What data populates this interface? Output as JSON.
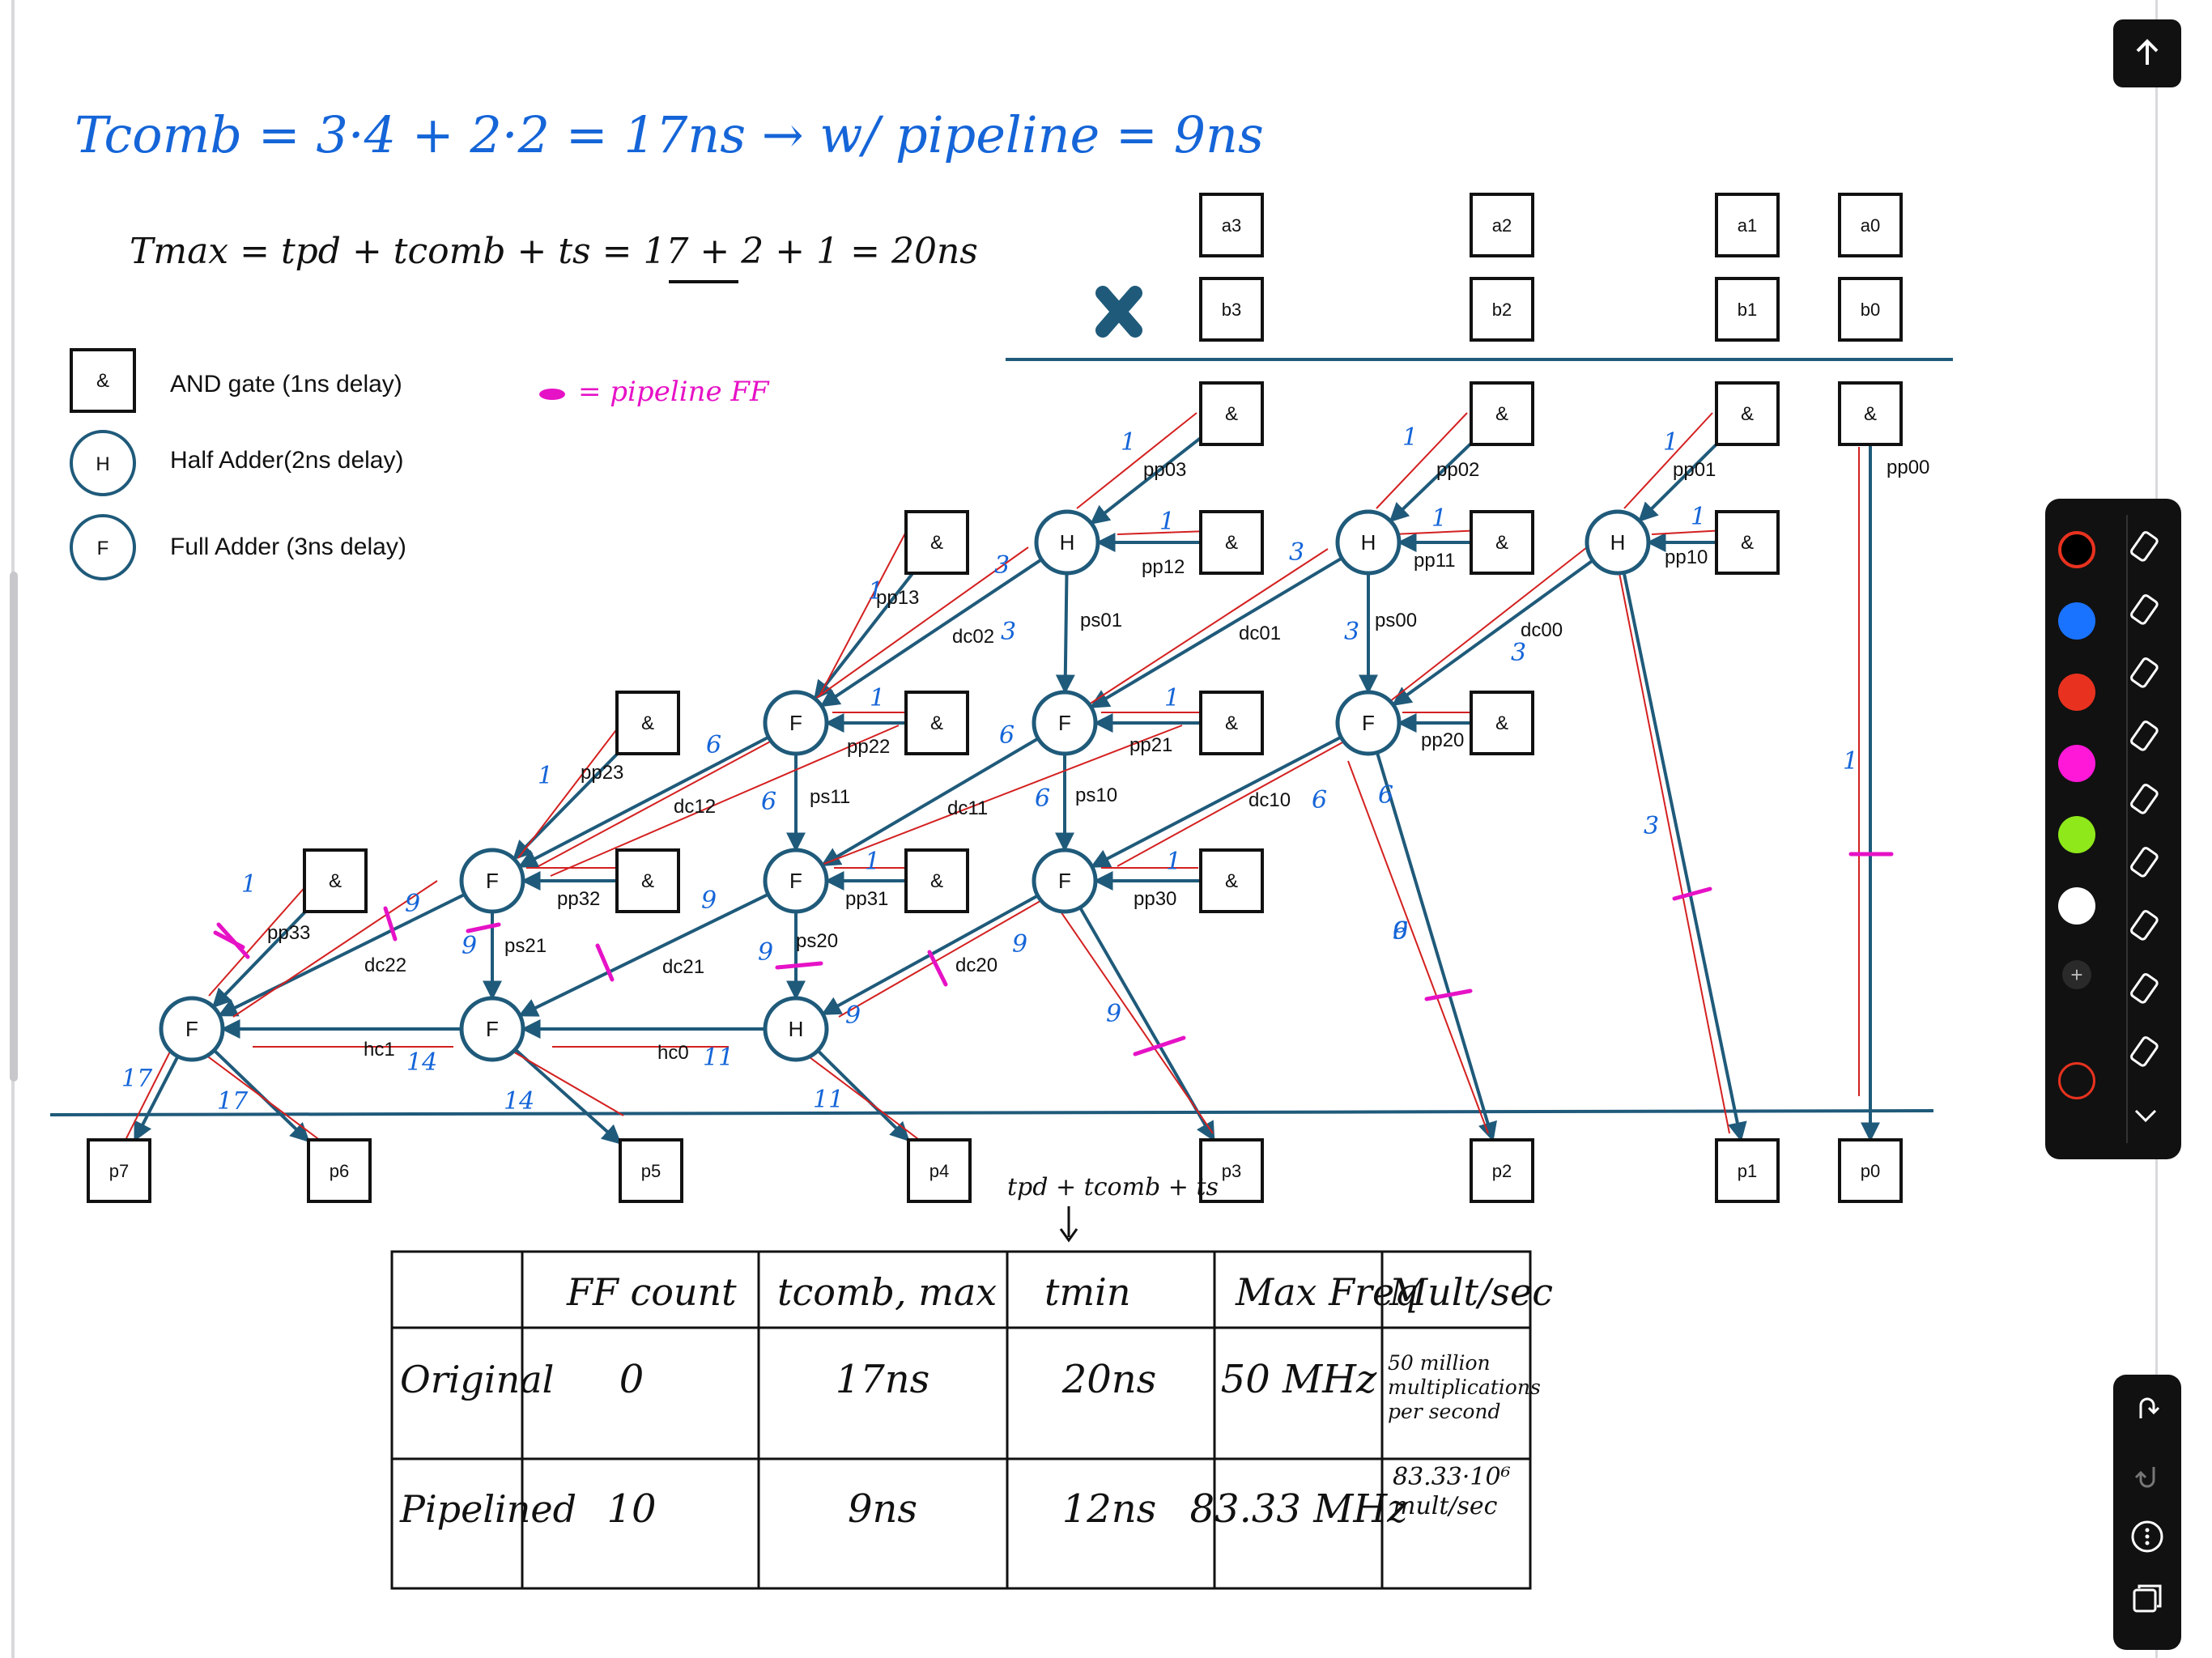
{
  "notes": {
    "tcomb_line": "Tcomb = 3·4 + 2·2 = 17ns → w/ pipeline = 9ns",
    "tmax_line": "Tmax = tpd + tcomb + ts = 17 + 2 + 1 = 20ns",
    "pipeline_ff_note": "= pipeline FF",
    "table_header_annotation": "tpd + tcomb + ts"
  },
  "legend": {
    "and_symbol": "&",
    "and_label": "AND gate (1ns delay)",
    "ha_symbol": "H",
    "ha_label": "Half Adder(2ns delay)",
    "fa_symbol": "F",
    "fa_label": "Full Adder (3ns delay)"
  },
  "inputs": [
    "a3",
    "a2",
    "a1",
    "a0",
    "b3",
    "b2",
    "b1",
    "b0"
  ],
  "outputs": [
    "p7",
    "p6",
    "p5",
    "p4",
    "p3",
    "p2",
    "p1",
    "p0"
  ],
  "gates": {
    "and": "&",
    "half": "H",
    "full": "F"
  },
  "wire_labels": [
    "pp03",
    "pp02",
    "pp01",
    "pp00",
    "pp12",
    "pp11",
    "pp10",
    "pp13",
    "ps01",
    "ps00",
    "dc02",
    "dc01",
    "dc00",
    "pp22",
    "pp21",
    "pp20",
    "pp23",
    "ps11",
    "ps10",
    "dc12",
    "dc11",
    "dc10",
    "pp33",
    "pp32",
    "pp31",
    "pp30",
    "ps21",
    "ps20",
    "dc22",
    "dc21",
    "dc20",
    "hc1",
    "hc0"
  ],
  "delay_marks": [
    "1",
    "1",
    "1",
    "1",
    "1",
    "1",
    "1",
    "3",
    "3",
    "3",
    "3",
    "3",
    "1",
    "1",
    "1",
    "6",
    "6",
    "1",
    "6",
    "6",
    "6",
    "6",
    "1",
    "1",
    "9",
    "9",
    "9",
    "9",
    "9",
    "9",
    "9",
    "9",
    "3",
    "6",
    "1",
    "17",
    "14",
    "11",
    "17",
    "14",
    "11"
  ],
  "table": {
    "headers": [
      "",
      "FF count",
      "tcomb, max",
      "tmin",
      "Max Freq",
      "Mult/sec"
    ],
    "rows": [
      [
        "Original",
        "0",
        "17ns",
        "20ns",
        "50 MHz",
        "50 million multiplications per second"
      ],
      [
        "Pipelined",
        "10",
        "9ns",
        "12ns",
        "83.33 MHz",
        "83.33·10⁶ mult/sec"
      ]
    ]
  },
  "palette": {
    "colors": [
      "#000000",
      "#1a73ff",
      "#e8321f",
      "#ff18d8",
      "#8ee81a",
      "#ffffff"
    ],
    "tools": [
      "pen-icon",
      "marker-icon",
      "highlighter-icon",
      "eraser-icon",
      "text-tool-icon",
      "lasso-icon",
      "image-icon",
      "shapes-icon",
      "hand-icon",
      "chevron-down-icon"
    ]
  },
  "colors": {
    "wire": "#1f5a7a",
    "ink_blue": "#1565d8",
    "ink_magenta": "#e612c6",
    "ink_red": "#d42020"
  }
}
